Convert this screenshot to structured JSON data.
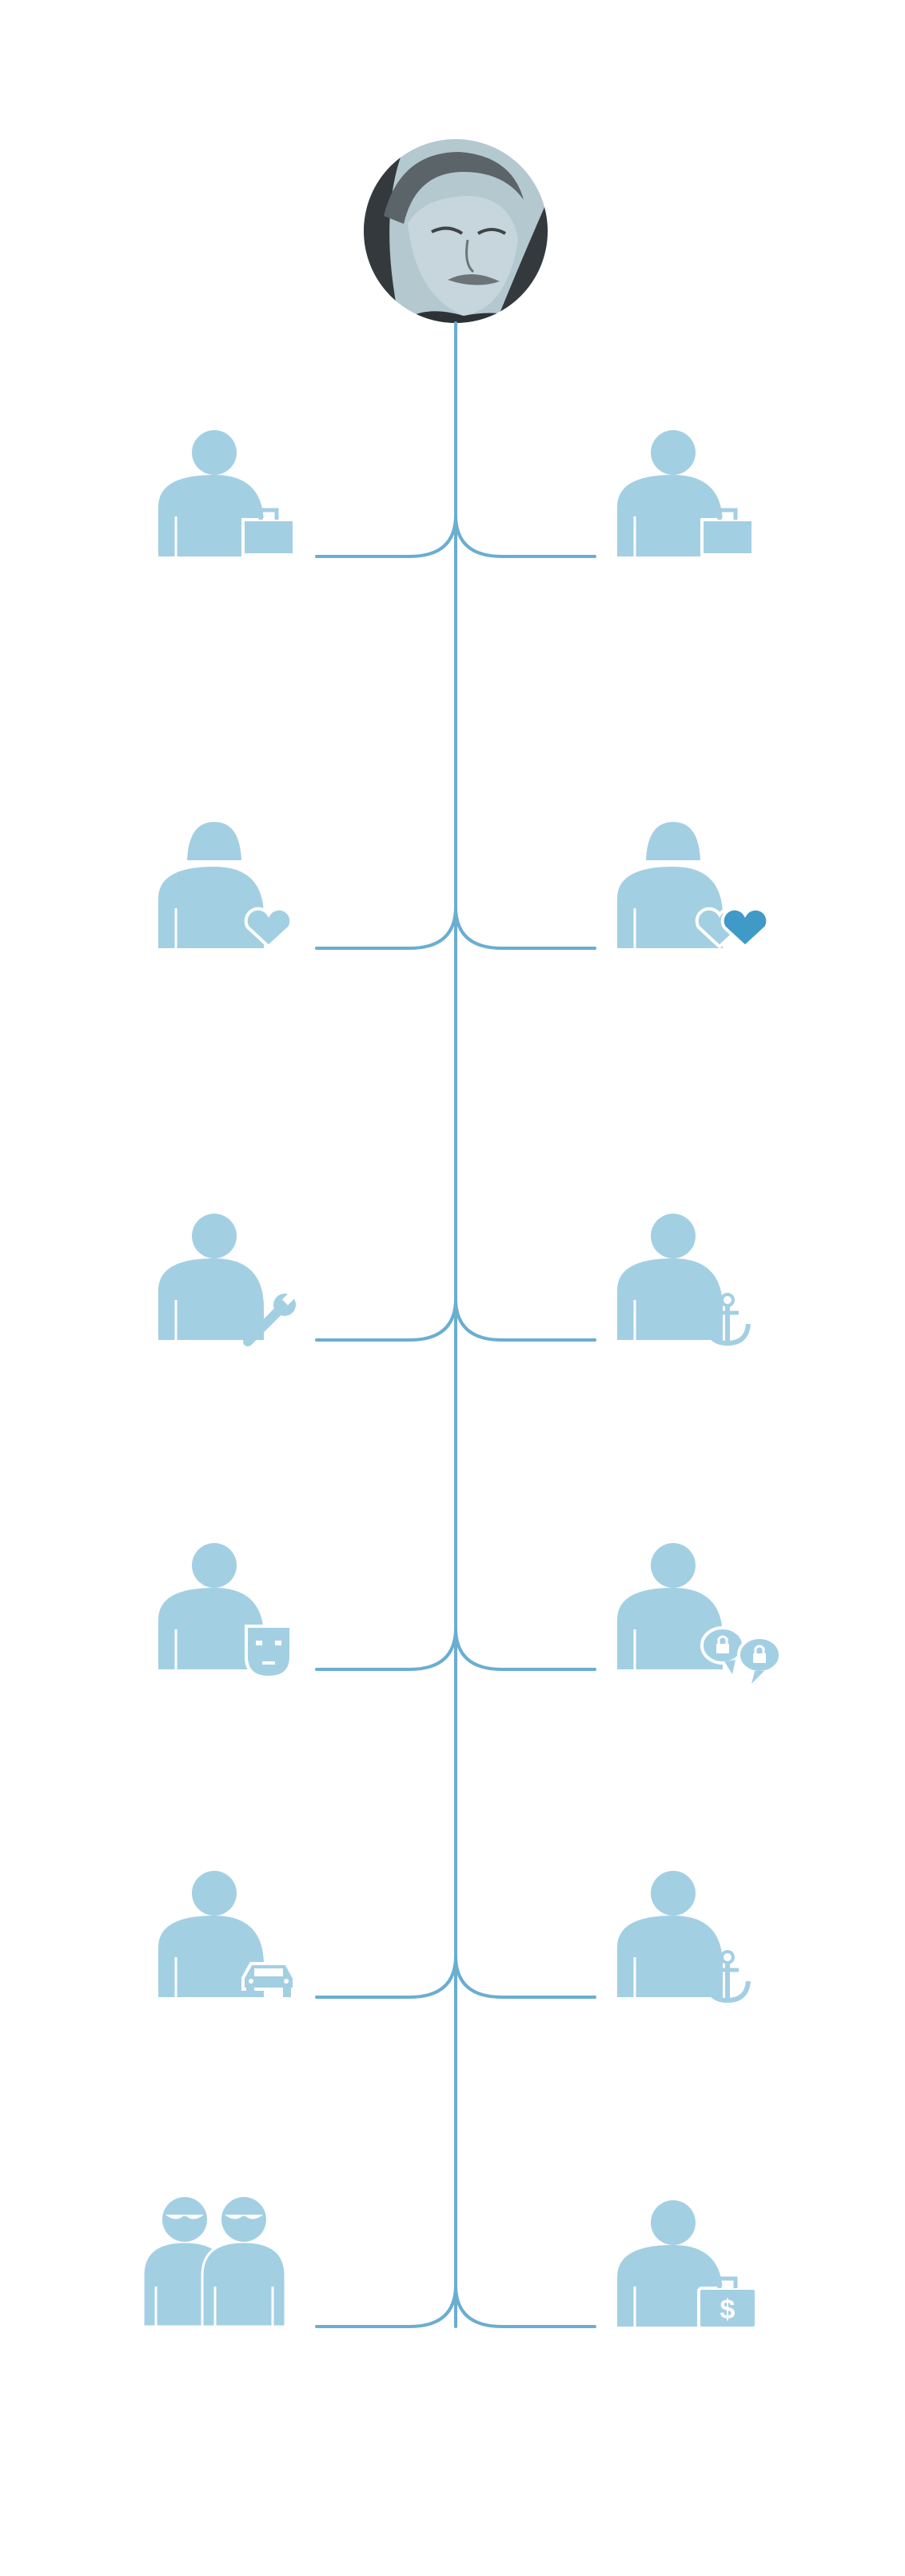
{
  "colors": {
    "line": "#6aaed0",
    "figure": "#a3cfe3",
    "accent": "#3f9ac8",
    "background": "#ffffff",
    "portrait_dark": "#33393c",
    "portrait_skin": "#b4c8d0"
  },
  "root": {
    "icon": "portrait-photo"
  },
  "rows": [
    {
      "left": {
        "figure": "person",
        "badge": "briefcase-icon"
      },
      "right": {
        "figure": "person",
        "badge": "briefcase-icon"
      }
    },
    {
      "left": {
        "figure": "woman",
        "badge": "heart-icon"
      },
      "right": {
        "figure": "woman",
        "badge": "two-hearts-icon"
      }
    },
    {
      "left": {
        "figure": "person",
        "badge": "wrench-icon"
      },
      "right": {
        "figure": "person",
        "badge": "anchor-icon"
      }
    },
    {
      "left": {
        "figure": "person",
        "badge": "mask-icon"
      },
      "right": {
        "figure": "person",
        "badge": "locked-chat-icon"
      }
    },
    {
      "left": {
        "figure": "person",
        "badge": "car-icon"
      },
      "right": {
        "figure": "person",
        "badge": "anchor-icon"
      }
    },
    {
      "left": {
        "figure": "two-masked-people",
        "badge": ""
      },
      "right": {
        "figure": "person",
        "badge": "money-case-icon"
      }
    }
  ]
}
